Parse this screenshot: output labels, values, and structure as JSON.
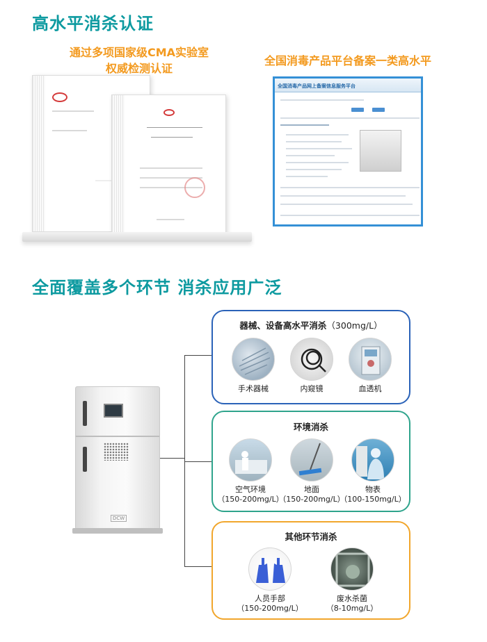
{
  "sections": {
    "certification_title": "高水平消杀认证",
    "coverage_title": "全面覆盖多个环节 消杀应用广泛"
  },
  "certification": {
    "cma_line1": "通过多项国家级CMA实验室",
    "cma_line2": "权威检测认证",
    "platform_caption": "全国消毒产品平台备案一类高水平",
    "platform_header": "全国消毒产品网上备案信息服务平台"
  },
  "machine": {
    "logo": "DCW"
  },
  "categories": [
    {
      "title": "器械、设备高水平消杀",
      "concentration": "（300mg/L）",
      "color": "#2a62b8",
      "items": [
        {
          "label": "手术器械",
          "icon": "surgical-instruments"
        },
        {
          "label": "内窥镜",
          "icon": "endoscope"
        },
        {
          "label": "血透机",
          "icon": "dialysis-machine"
        }
      ]
    },
    {
      "title": "环境消杀",
      "color": "#2fa48c",
      "items": [
        {
          "label": "空气环境",
          "concentration": "（150-200mg/L）",
          "icon": "air-environment"
        },
        {
          "label": "地面",
          "concentration": "（150-200mg/L）",
          "icon": "floor-mop"
        },
        {
          "label": "物表",
          "concentration": "（100-150mg/L）",
          "icon": "surface-wipe"
        }
      ]
    },
    {
      "title": "其他环节消杀",
      "color": "#f1a62c",
      "items": [
        {
          "label": "人员手部",
          "concentration": "（150-200mg/L）",
          "icon": "gloved-hands"
        },
        {
          "label": "废水杀菌",
          "concentration": "（8-10mg/L）",
          "icon": "wastewater"
        }
      ]
    }
  ]
}
